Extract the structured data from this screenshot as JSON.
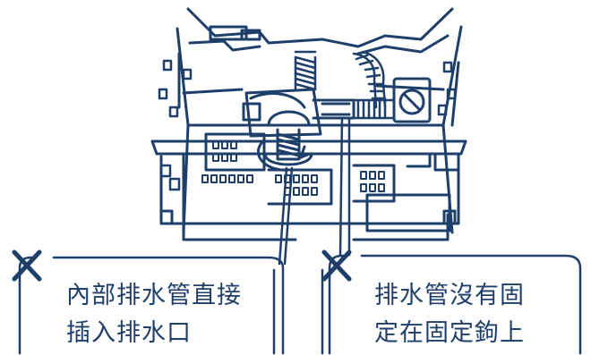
{
  "colors": {
    "ink": "#1f3f6b",
    "background": "#ffffff"
  },
  "icons": {
    "left_mark": "cross-mark-icon",
    "right_mark": "cross-mark-icon"
  },
  "callouts": {
    "left": {
      "line1": "內部排水管直接",
      "line2": "插入排水口",
      "status": "incorrect"
    },
    "right": {
      "line1": "排水管沒有固",
      "line2": "定在固定鉤上",
      "status": "incorrect"
    }
  }
}
